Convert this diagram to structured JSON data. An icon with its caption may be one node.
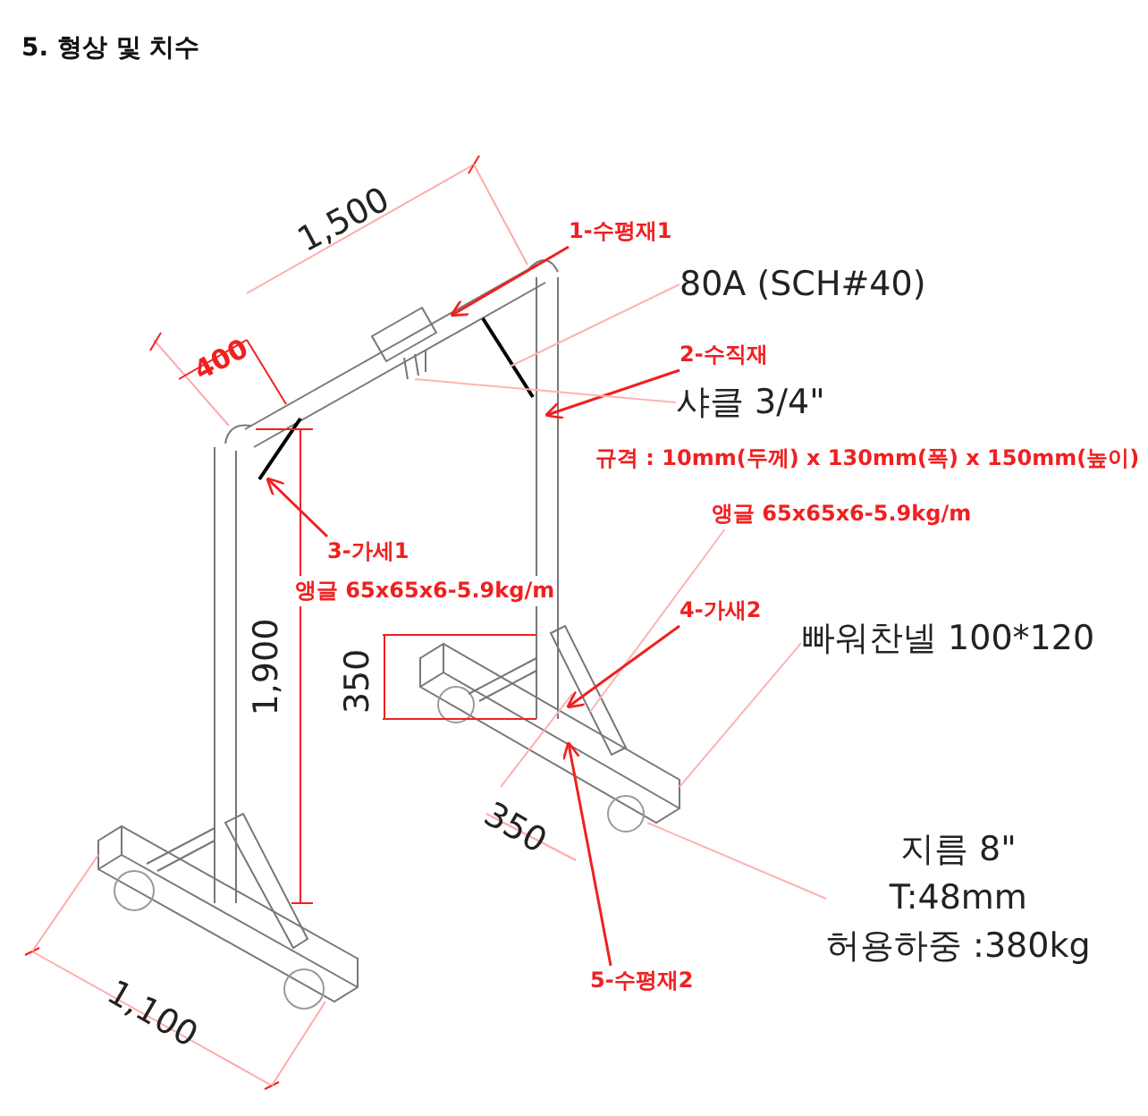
{
  "diagram": {
    "title": "5. 형상 및 치수",
    "nodes": [
      {
        "text": [
          "1-수평재1"
        ]
      },
      {
        "text": [
          "80A (SCH#40)"
        ]
      },
      {
        "text": [
          "2-수직재"
        ]
      },
      {
        "text": [
          "샤클 3/4\""
        ]
      },
      {
        "text": [
          "규격 : 10mm(두께) x 130mm(폭) x 150mm(높이)"
        ]
      },
      {
        "text": [
          "앵글 65x65x6-5.9kg/m"
        ]
      },
      {
        "text": [
          "3-가세1"
        ]
      },
      {
        "text": [
          "앵글 65x65x6-5.9kg/m"
        ]
      },
      {
        "text": [
          "4-가새2"
        ]
      },
      {
        "text": [
          "빠워찬넬 100*120"
        ]
      },
      {
        "text": [
          "지름 8\"",
          "T:48mm",
          "허용하중 :380kg"
        ]
      },
      {
        "text": [
          "5-수평재2"
        ]
      }
    ],
    "edges": [
      {
        "from": 0,
        "to": null,
        "arrow": "to"
      },
      {
        "from": 1,
        "to": null,
        "arrow": "none",
        "color": "#ffb3b3"
      },
      {
        "from": 2,
        "to": null,
        "arrow": "to"
      },
      {
        "from": 3,
        "to": null,
        "arrow": "none",
        "color": "#ffb3b3"
      },
      {
        "from": 5,
        "to": null,
        "arrow": "none",
        "color": "#ffb3b3"
      },
      {
        "from": 6,
        "to": null,
        "arrow": "to"
      },
      {
        "from": 8,
        "to": null,
        "arrow": "to"
      },
      {
        "from": 9,
        "to": null,
        "arrow": "none",
        "color": "#ffb3b3"
      },
      {
        "from": 10,
        "to": null,
        "arrow": "none",
        "color": "#ffb3b3"
      },
      {
        "from": 11,
        "to": null,
        "arrow": "to"
      }
    ],
    "labels": [
      "1,500",
      "400",
      "1,900",
      "350",
      "350",
      "1,100"
    ]
  }
}
